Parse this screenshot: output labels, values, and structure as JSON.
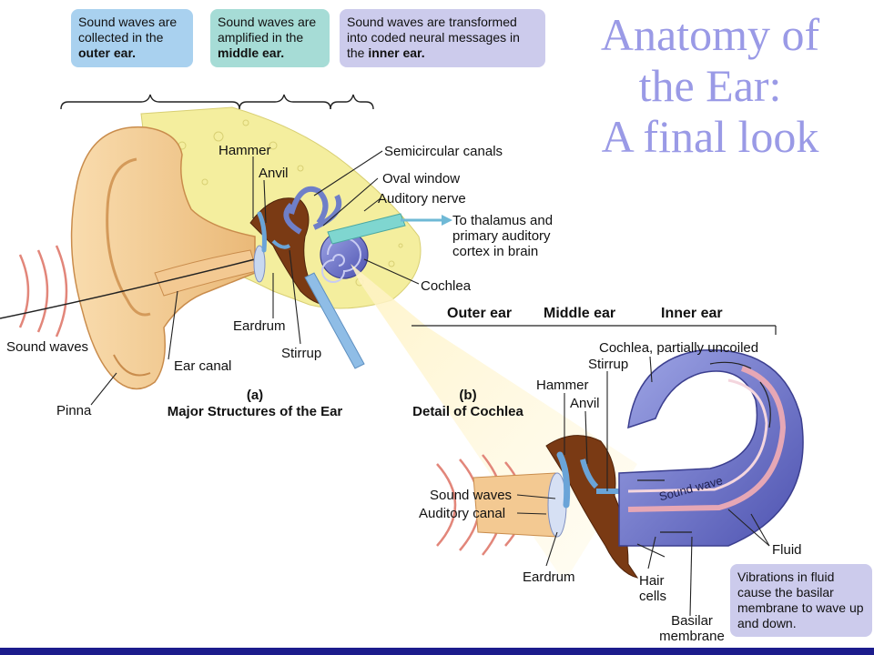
{
  "title": {
    "line1": "Anatomy of",
    "line2": "the Ear:",
    "line3": "A final look"
  },
  "callouts": {
    "outer": {
      "text": "Sound waves are collected in the",
      "bold": "outer ear.",
      "color": "#a9d1ef"
    },
    "middle": {
      "text": "Sound waves are amplified in the",
      "bold": "middle ear.",
      "color": "#a6dcd6"
    },
    "inner": {
      "text": "Sound waves are transformed into coded neural messages in the",
      "bold": "inner ear.",
      "color": "#cccbec"
    },
    "vibrations": {
      "text": "Vibrations in fluid cause the basilar membrane to wave up and down.",
      "color": "#cccbec"
    }
  },
  "panel_a": {
    "letter": "(a)",
    "caption": "Major Structures of the Ear",
    "labels": {
      "hammer": "Hammer",
      "anvil": "Anvil",
      "semicircular": "Semicircular canals",
      "oval_window": "Oval window",
      "auditory_nerve": "Auditory nerve",
      "thalamus": "To thalamus and primary auditory cortex in brain",
      "cochlea": "Cochlea",
      "eardrum": "Eardrum",
      "stirrup": "Stirrup",
      "sound_waves": "Sound waves",
      "ear_canal": "Ear canal",
      "pinna": "Pinna"
    }
  },
  "panel_b": {
    "letter": "(b)",
    "caption": "Detail of Cochlea",
    "sections": {
      "outer": "Outer ear",
      "middle": "Middle ear",
      "inner": "Inner ear"
    },
    "labels": {
      "cochlea_uncoiled": "Cochlea, partially uncoiled",
      "stirrup": "Stirrup",
      "hammer": "Hammer",
      "anvil": "Anvil",
      "sound_waves": "Sound waves",
      "auditory_canal": "Auditory canal",
      "eardrum": "Eardrum",
      "hair_cells": "Hair cells",
      "basilar": "Basilar membrane",
      "fluid": "Fluid",
      "sound_wave_inside": "Sound wave"
    }
  },
  "colors": {
    "skin": "#f6d49a",
    "skin_dark": "#e2a85e",
    "bone": "#f3ec9c",
    "ossicle": "#7a3a14",
    "canal_blue": "#6f7fc8",
    "nerve_teal": "#7fd6d0",
    "cochlea_purple": "#6c6cc4",
    "membrane_pink": "#e6a7b5",
    "wave_red": "#e25a4a",
    "title": "#9a9ae6",
    "bar": "#1c1c8c"
  }
}
